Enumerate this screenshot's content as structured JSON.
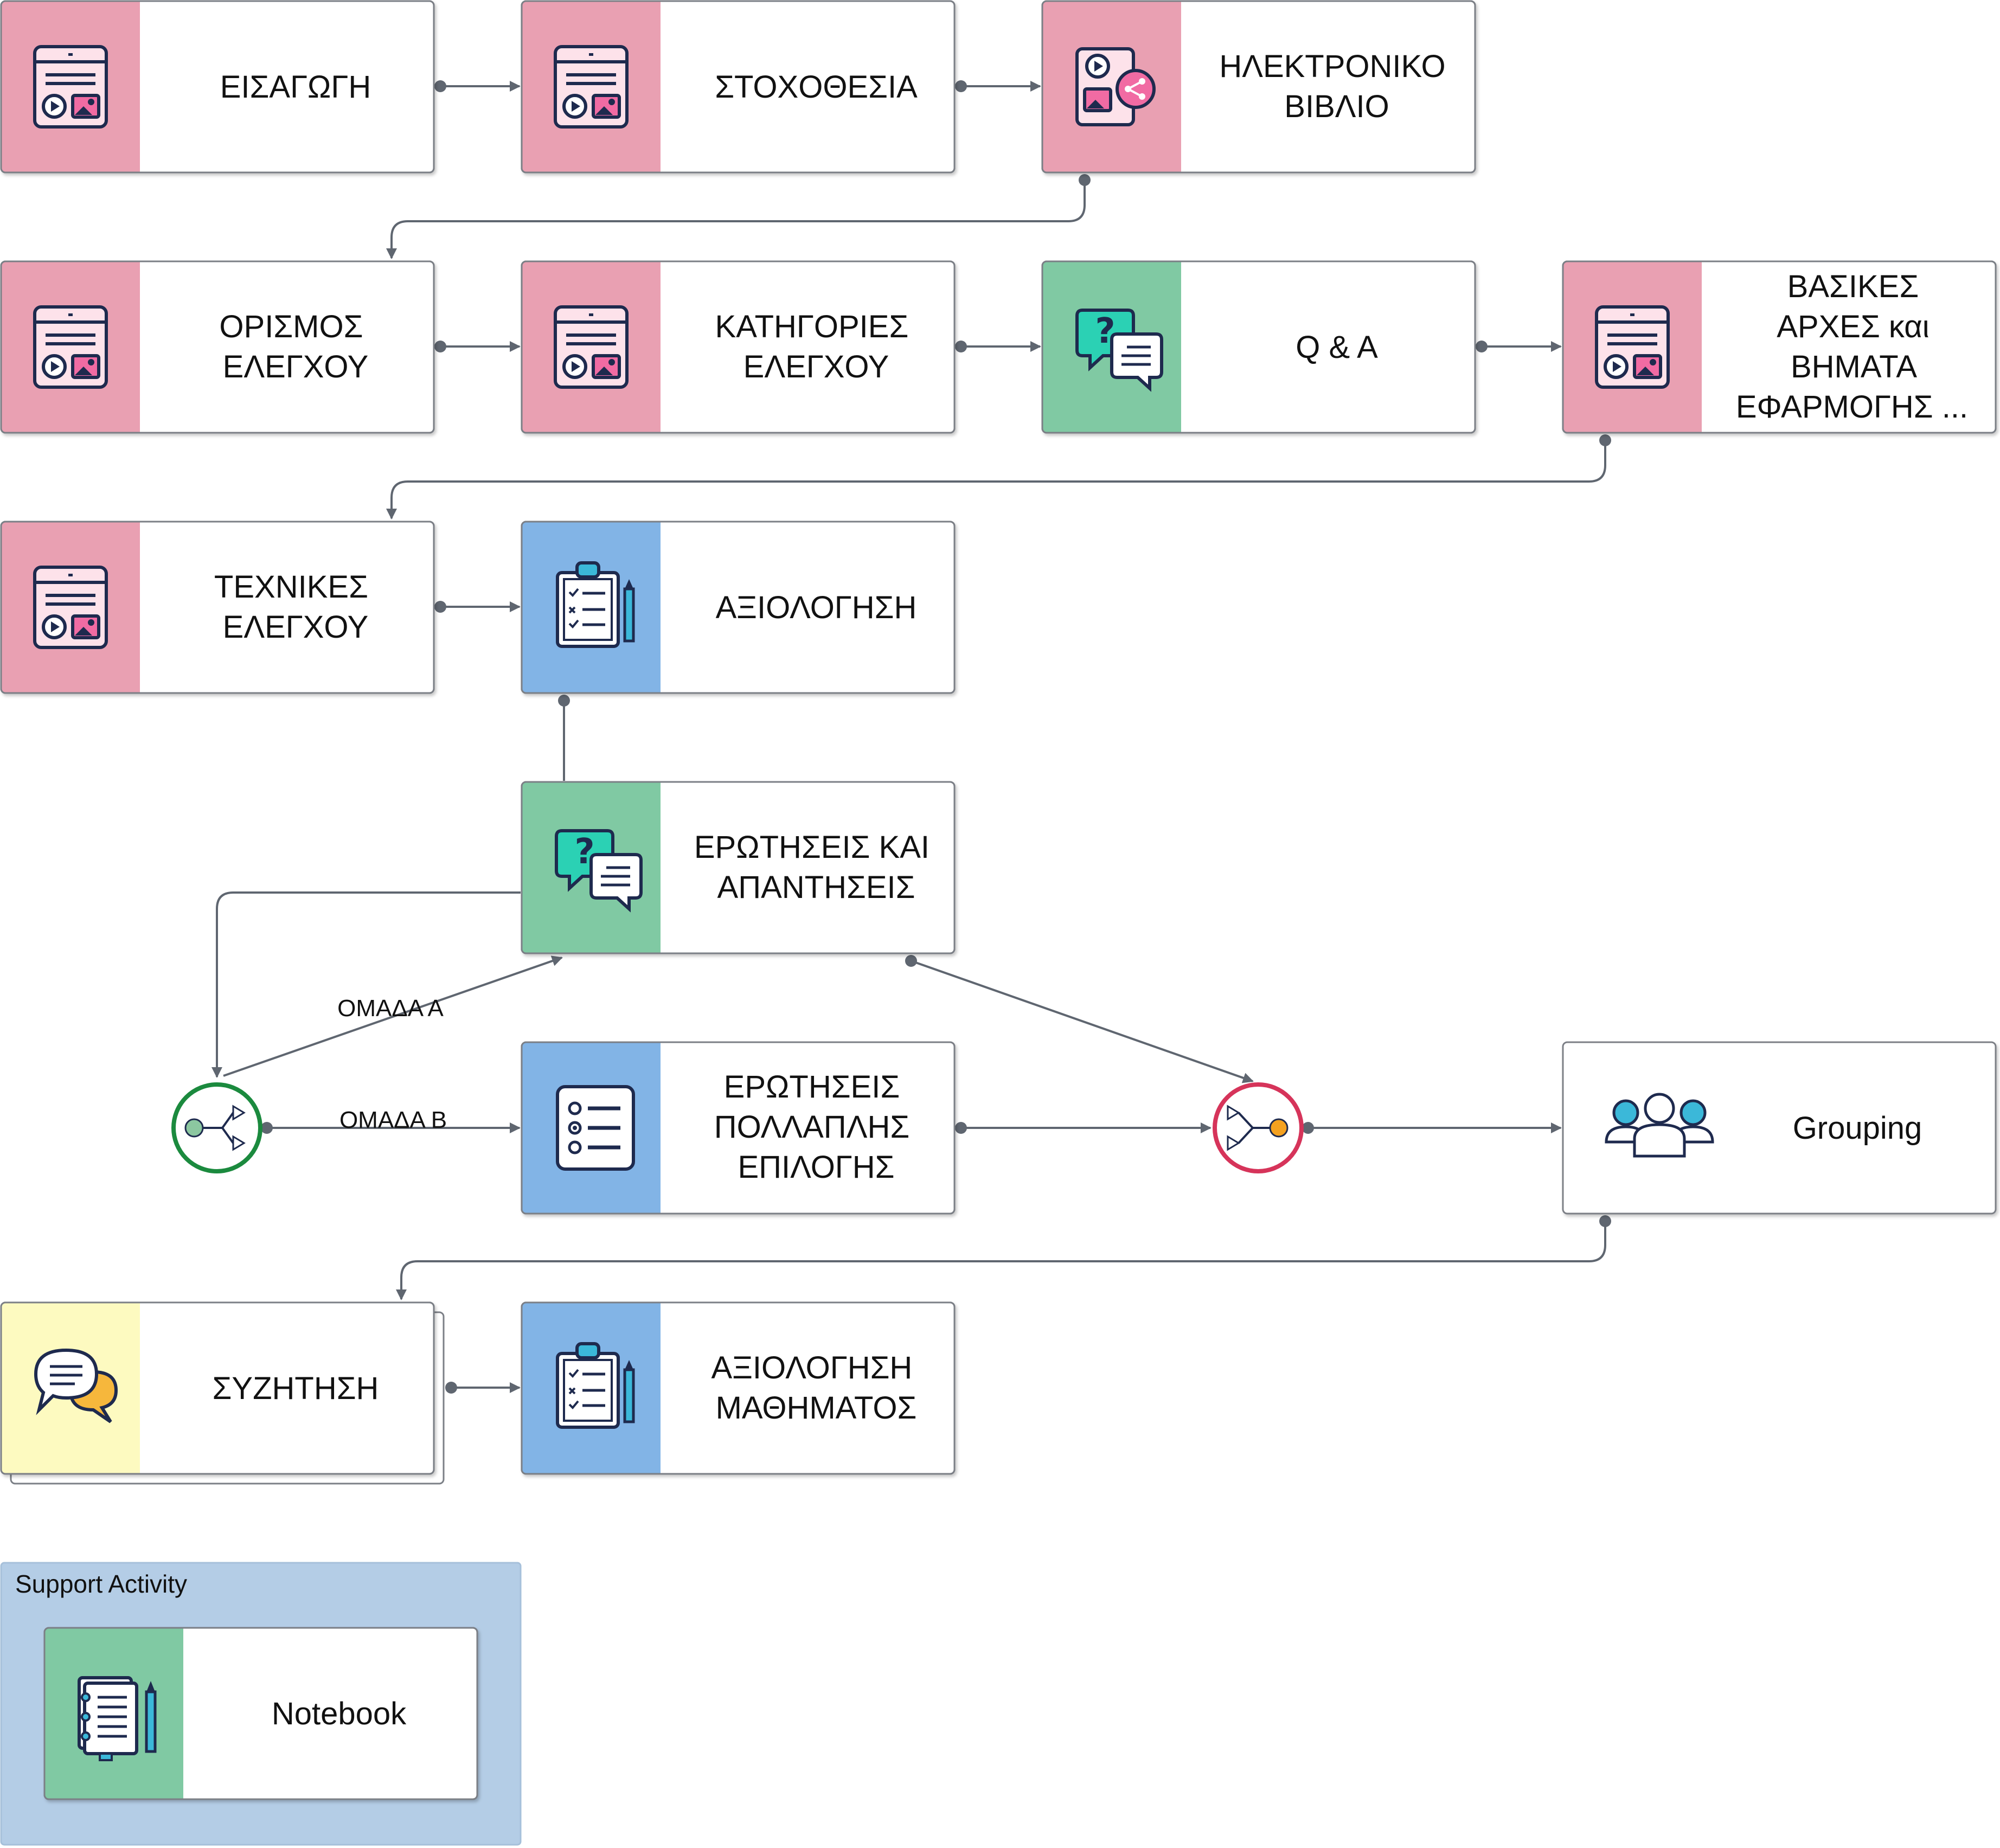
{
  "nodes": {
    "intro": {
      "label": [
        "ΕΙΣΑΓΩΓΗ"
      ],
      "type": "content",
      "color": "#e9a0b2",
      "icon": "media-page-icon"
    },
    "objectives": {
      "label": [
        "ΣΤΟΧΟΘΕΣΙΑ"
      ],
      "type": "content",
      "color": "#e9a0b2",
      "icon": "media-page-icon"
    },
    "ebook": {
      "label": [
        "ΗΛΕΚΤΡΟΝΙΚΟ",
        "ΒΙΒΛΙΟ"
      ],
      "type": "content",
      "color": "#e9a0b2",
      "icon": "shared-document-icon"
    },
    "definition": {
      "label": [
        "ΟΡΙΣΜΟΣ",
        "ΕΛΕΓΧΟΥ"
      ],
      "type": "content",
      "color": "#e9a0b2",
      "icon": "media-page-icon"
    },
    "categories": {
      "label": [
        "ΚΑΤΗΓΟΡΙΕΣ",
        "ΕΛΕΓΧΟΥ"
      ],
      "type": "content",
      "color": "#e9a0b2",
      "icon": "media-page-icon"
    },
    "qa": {
      "label": [
        "Q & A"
      ],
      "type": "communication",
      "color": "#80c9a3",
      "icon": "question-chat-icon"
    },
    "principles": {
      "label": [
        "ΒΑΣΙΚΕΣ",
        "ΑΡΧΕΣ και",
        "ΒΗΜΑΤΑ",
        "ΕΦΑΡΜΟΓΗΣ ..."
      ],
      "type": "content",
      "color": "#e9a0b2",
      "icon": "media-page-icon"
    },
    "techniques": {
      "label": [
        "ΤΕΧΝΙΚΕΣ",
        "ΕΛΕΓΧΟΥ"
      ],
      "type": "content",
      "color": "#e9a0b2",
      "icon": "media-page-icon"
    },
    "assessment": {
      "label": [
        "ΑΞΙΟΛΟΓΗΣΗ"
      ],
      "type": "assessment",
      "color": "#82b4e6",
      "icon": "clipboard-checklist-icon"
    },
    "qa2": {
      "label": [
        "ΕΡΩΤΗΣΕΙΣ ΚΑΙ",
        "ΑΠΑΝΤΗΣΕΙΣ"
      ],
      "type": "communication",
      "color": "#80c9a3",
      "icon": "question-chat-icon"
    },
    "mcq": {
      "label": [
        "ΕΡΩΤΗΣΕΙΣ",
        "ΠΟΛΛΑΠΛΗΣ",
        "ΕΠΙΛΟΓΗΣ"
      ],
      "type": "assessment",
      "color": "#82b4e6",
      "icon": "option-list-icon"
    },
    "grouping": {
      "label": [
        "Grouping"
      ],
      "type": "grouping",
      "color": "#ffffff",
      "icon": "people-group-icon"
    },
    "discussion": {
      "label": [
        "ΣΥΖΗΤΗΣΗ"
      ],
      "type": "discussion",
      "color": "#fdfac0",
      "icon": "speech-bubbles-icon"
    },
    "course_eval": {
      "label": [
        "ΑΞΙΟΛΟΓΗΣΗ",
        "ΜΑΘΗΜΑΤΟΣ"
      ],
      "type": "assessment",
      "color": "#82b4e6",
      "icon": "clipboard-checklist-icon"
    },
    "notebook": {
      "label": [
        "Notebook"
      ],
      "type": "support",
      "color": "#80c9a3",
      "icon": "notebook-icon"
    }
  },
  "gates": {
    "split": {
      "kind": "branch",
      "color": "#1b8a3e",
      "icon": "branch-split-icon"
    },
    "join": {
      "kind": "merge",
      "color": "#d6345a",
      "icon": "merge-join-icon"
    }
  },
  "edges": [
    {
      "from": "intro",
      "to": "objectives"
    },
    {
      "from": "objectives",
      "to": "ebook"
    },
    {
      "from": "ebook",
      "to": "definition"
    },
    {
      "from": "definition",
      "to": "categories"
    },
    {
      "from": "categories",
      "to": "qa"
    },
    {
      "from": "qa",
      "to": "principles"
    },
    {
      "from": "principles",
      "to": "techniques"
    },
    {
      "from": "techniques",
      "to": "assessment"
    },
    {
      "from": "assessment",
      "to": "qa2"
    },
    {
      "from": "qa2",
      "to": "split"
    },
    {
      "from": "split",
      "to": "qa2",
      "label": "ΟΜΑΔΑ Α"
    },
    {
      "from": "split",
      "to": "mcq",
      "label": "ΟΜΑΔΑ Β"
    },
    {
      "from": "qa2",
      "to": "join"
    },
    {
      "from": "mcq",
      "to": "join"
    },
    {
      "from": "join",
      "to": "grouping"
    },
    {
      "from": "grouping",
      "to": "discussion"
    },
    {
      "from": "discussion",
      "to": "course_eval"
    }
  ],
  "support_group": {
    "title": "Support Activity"
  }
}
